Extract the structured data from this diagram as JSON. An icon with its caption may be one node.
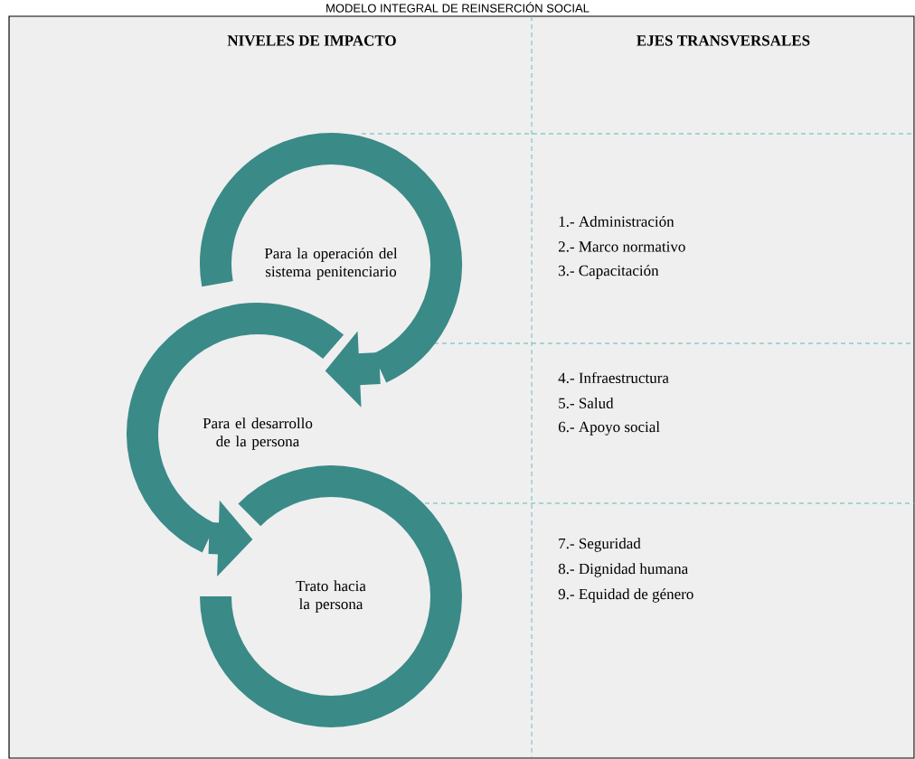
{
  "diagram": {
    "title": "MODELO INTEGRAL DE REINSERCIÓN SOCIAL",
    "nodes": [
      {
        "text": [
          "Para la operación del sistema penitenciario"
        ]
      },
      {
        "text": [
          "Para el desarrollo de la persona"
        ]
      },
      {
        "text": [
          "Trato hacia la persona"
        ]
      }
    ],
    "edges": [
      {
        "from": 0,
        "to": 1,
        "arrow": "to"
      },
      {
        "from": 1,
        "to": 2,
        "arrow": "to"
      }
    ],
    "labels": [
      "NIVELES DE IMPACTO",
      "EJES TRANSVERSALES",
      "1.- Administración",
      "2.- Marco normativo",
      "3.- Capacitación",
      "4.- Infraestructura",
      "5.- Salud",
      "6.- Apoyo social",
      "7.- Seguridad",
      "8.- Dignidad humana",
      "9.- Equidad de género"
    ]
  }
}
